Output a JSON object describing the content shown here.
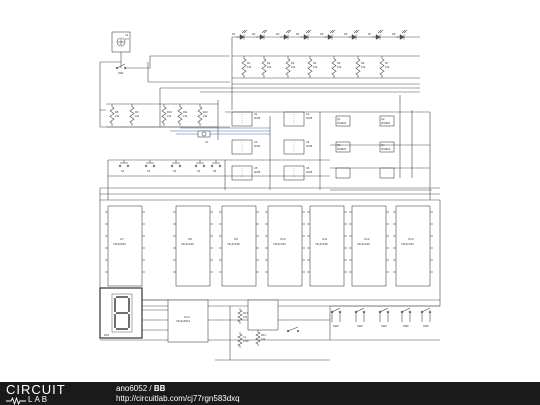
{
  "footer": {
    "author": "ano6052",
    "separator": " / ",
    "title": "BB",
    "url": "http://circuitlab.com/cj77rgn583dxq",
    "brand_top": "CIRCUIT",
    "brand_bottom": "LAB"
  },
  "battery": {
    "ref": "V1",
    "value": "9 V"
  },
  "main_switch": {
    "ref": "SW1"
  },
  "leds": [
    "D1",
    "D2",
    "D3",
    "D4",
    "D5",
    "D6",
    "D7",
    "D8"
  ],
  "led_resistors": [
    {
      "ref": "R1",
      "value": "10k"
    },
    {
      "ref": "R2",
      "value": "10k"
    },
    {
      "ref": "R3",
      "value": "10k"
    },
    {
      "ref": "R4",
      "value": "10k"
    },
    {
      "ref": "R5",
      "value": "10k"
    },
    {
      "ref": "R6",
      "value": "10k"
    },
    {
      "ref": "R7",
      "value": "10k"
    }
  ],
  "mid_resistors": [
    {
      "ref": "R8",
      "value": "10k"
    },
    {
      "ref": "R9",
      "value": "10k"
    },
    {
      "ref": "R10",
      "value": "10k"
    },
    {
      "ref": "R11",
      "value": "10k"
    },
    {
      "ref": "R12",
      "value": "10k"
    }
  ],
  "optocouplers": [
    {
      "ref": "U1",
      "part": "4N25"
    },
    {
      "ref": "U2",
      "part": "4N25"
    },
    {
      "ref": "U3",
      "part": "4N25"
    },
    {
      "ref": "U4",
      "part": "4N25"
    },
    {
      "ref": "U5",
      "part": "4N25"
    },
    {
      "ref": "U6",
      "part": "4N25"
    }
  ],
  "right_parts": [
    {
      "ref": "Q1",
      "part": "2N3904"
    },
    {
      "ref": "Q2",
      "part": "2N3904"
    },
    {
      "ref": "Q3",
      "part": "2N3904"
    },
    {
      "ref": "Q4",
      "part": "2N3904"
    }
  ],
  "buttons": [
    "S1",
    "S2",
    "S3",
    "S4",
    "S5"
  ],
  "counters": [
    {
      "ref": "U7",
      "part": "74HC590"
    },
    {
      "ref": "U8",
      "part": "74HC190"
    },
    {
      "ref": "U9",
      "part": "74HC190"
    },
    {
      "ref": "U10",
      "part": "74HC190"
    },
    {
      "ref": "U11",
      "part": "74HC190"
    },
    {
      "ref": "U12",
      "part": "74HC190"
    },
    {
      "ref": "U13",
      "part": "74HC190"
    }
  ],
  "decoder": {
    "ref": "U14",
    "part": "74HC4511"
  },
  "display": {
    "ref": "DS1"
  },
  "bottom_parts": [
    {
      "ref": "R13",
      "value": "10k"
    },
    {
      "ref": "R14",
      "value": "10k"
    },
    {
      "ref": "C1",
      "value": "100n"
    }
  ],
  "bottom_switches": [
    "S6",
    "S7",
    "S8",
    "S9",
    "S10"
  ],
  "switch_labels": [
    "SW2",
    "SW3",
    "SW4",
    "SW5",
    "SW6"
  ]
}
